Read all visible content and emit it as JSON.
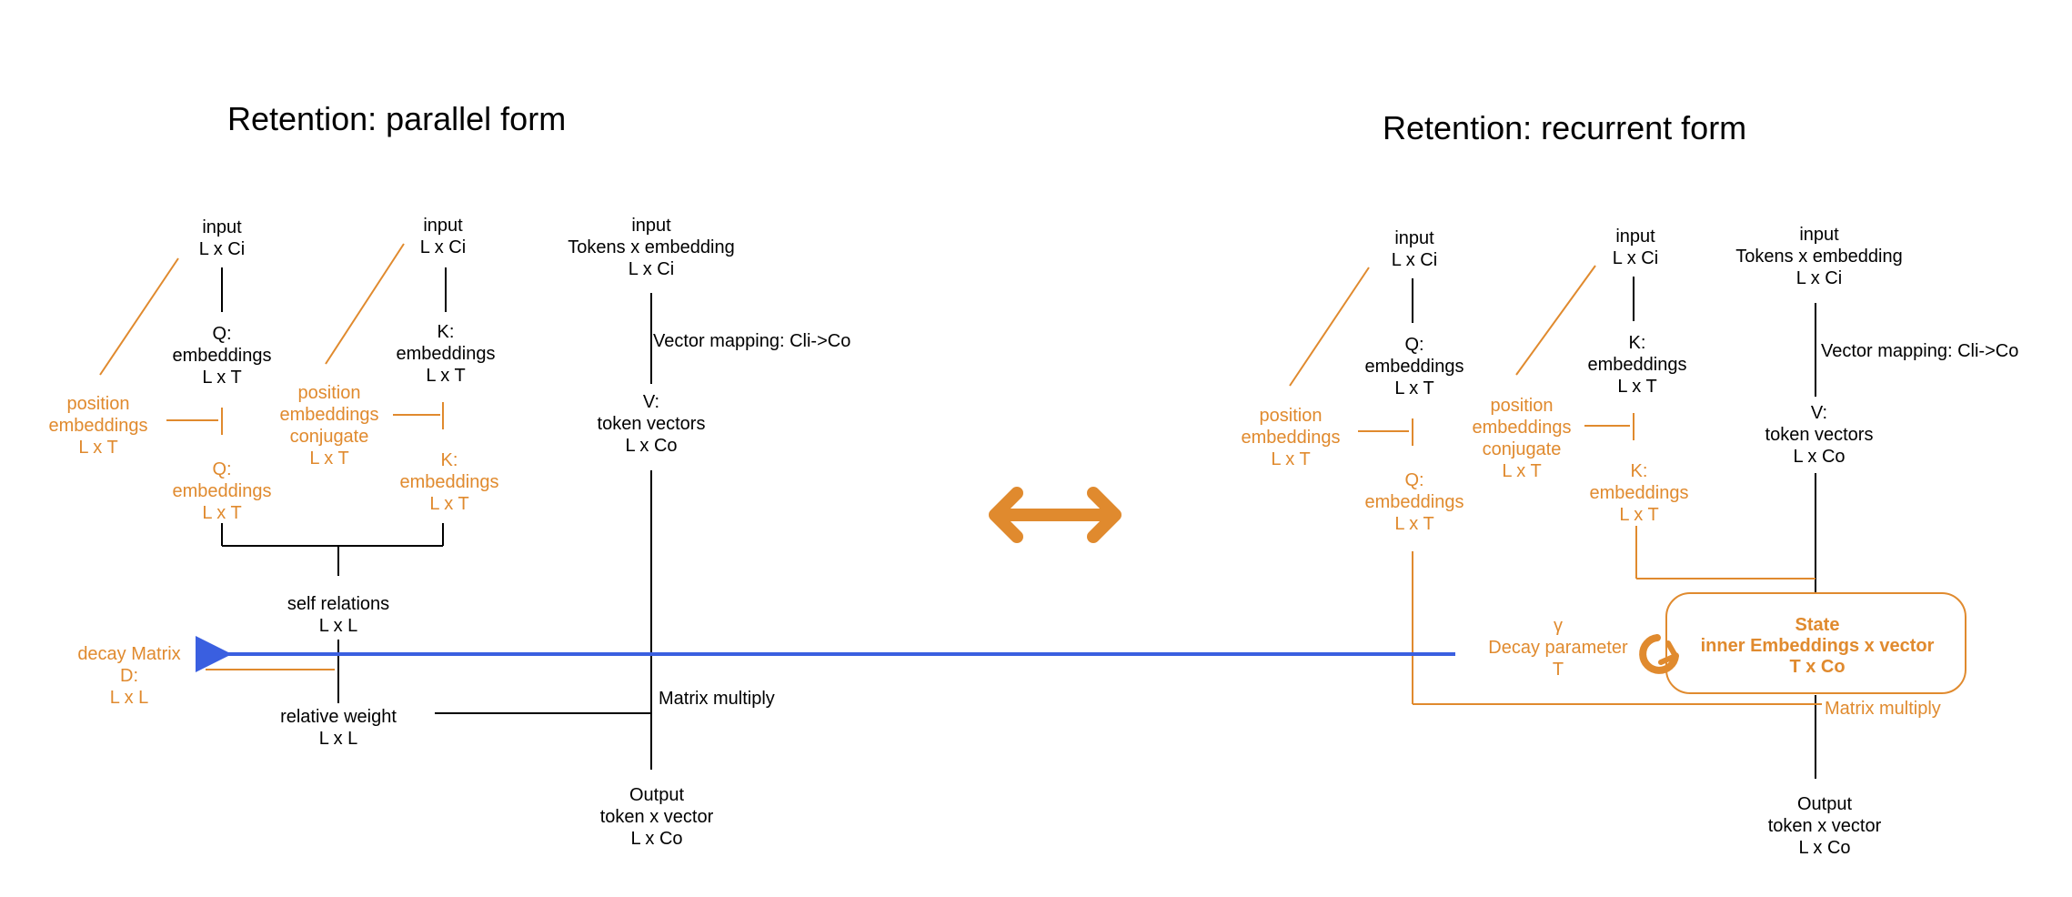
{
  "colors": {
    "black": "#000000",
    "orange": "#E08A2E",
    "blue": "#3A5FE0"
  },
  "parallel": {
    "title": "Retention: parallel form",
    "input_q": [
      "input",
      "L x Ci"
    ],
    "input_k": [
      "input",
      "L x Ci"
    ],
    "input_v": [
      "input",
      "Tokens x embedding",
      "L x Ci"
    ],
    "q_emb": [
      "Q:",
      "embeddings",
      "L x T"
    ],
    "k_emb": [
      "K:",
      "embeddings",
      "L x T"
    ],
    "pos_emb": [
      "position",
      "embeddings",
      "L x T"
    ],
    "pos_emb_conj": [
      "position",
      "embeddings",
      "conjugate",
      "L x T"
    ],
    "q_emb_rot": [
      "Q:",
      "embeddings",
      "L x T"
    ],
    "k_emb_rot": [
      "K:",
      "embeddings",
      "L x T"
    ],
    "vector_mapping": "Vector mapping: Cli->Co",
    "v_vectors": [
      "V:",
      "token vectors",
      "L x Co"
    ],
    "self_relations": [
      "self relations",
      "L x L"
    ],
    "decay_matrix": [
      "decay Matrix",
      "D:",
      "L x L"
    ],
    "relative_weight": [
      "relative weight",
      "L x L"
    ],
    "matrix_multiply": "Matrix multiply",
    "output": [
      "Output",
      "token x vector",
      "L x Co"
    ]
  },
  "recurrent": {
    "title": "Retention: recurrent form",
    "input_q": [
      "input",
      "L x Ci"
    ],
    "input_k": [
      "input",
      "L x Ci"
    ],
    "input_v": [
      "input",
      "Tokens x embedding",
      "L x Ci"
    ],
    "q_emb": [
      "Q:",
      "embeddings",
      "L x T"
    ],
    "k_emb": [
      "K:",
      "embeddings",
      "L x T"
    ],
    "pos_emb": [
      "position",
      "embeddings",
      "L x T"
    ],
    "pos_emb_conj": [
      "position",
      "embeddings",
      "conjugate",
      "L x T"
    ],
    "q_emb_rot": [
      "Q:",
      "embeddings",
      "L x T"
    ],
    "k_emb_rot": [
      "K:",
      "embeddings",
      "L x T"
    ],
    "vector_mapping": "Vector mapping: Cli->Co",
    "v_vectors": [
      "V:",
      "token vectors",
      "L x Co"
    ],
    "decay_parameter": [
      "γ",
      "Decay parameter",
      "T"
    ],
    "state": [
      "State",
      "inner Embeddings x vector",
      "T x Co"
    ],
    "matrix_multiply": "Matrix multiply",
    "output": [
      "Output",
      "token x vector",
      "L x Co"
    ]
  }
}
